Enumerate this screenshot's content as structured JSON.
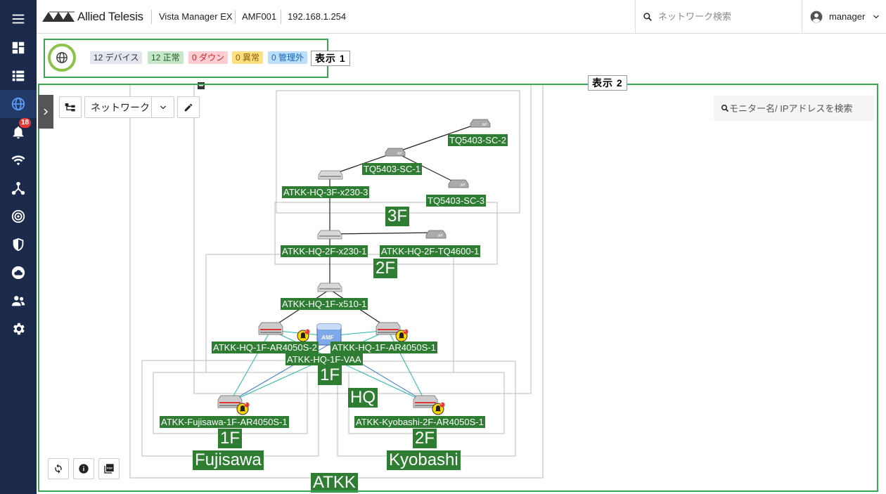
{
  "header": {
    "brand": "Allied Telesis",
    "product": "Vista Manager EX",
    "device": "AMF001",
    "ip": "192.168.1.254",
    "search_placeholder": "ネットワーク検索",
    "user": "manager"
  },
  "sidebar": {
    "items": [
      {
        "icon": "menu-icon"
      },
      {
        "icon": "dashboard-icon"
      },
      {
        "icon": "list-icon"
      },
      {
        "icon": "globe-icon",
        "active": true
      },
      {
        "icon": "alarm-icon",
        "badge": "18"
      },
      {
        "icon": "wifi-icon"
      },
      {
        "icon": "topology-icon"
      },
      {
        "icon": "radar-icon"
      },
      {
        "icon": "shield-icon"
      },
      {
        "icon": "cloud-icon"
      },
      {
        "icon": "users-icon"
      },
      {
        "icon": "settings-icon"
      }
    ]
  },
  "status": {
    "devices": "12 デバイス",
    "normal": "12 正常",
    "down": "0 ダウン",
    "abnormal": "0 異常",
    "unmanaged": "0 管理外",
    "colors": {
      "normal": "#c8e6c9",
      "down": "#ffcdd2",
      "abnormal": "#ffe082",
      "unmanaged": "#bbdefb",
      "devices": "#e3e6ee"
    }
  },
  "annotations": {
    "box1": "表示 1",
    "box2": "表示 2"
  },
  "toolbar": {
    "view_select": "ネットワーク",
    "monitor_search_placeholder": "モニター名/ IPアドレスを検索"
  },
  "map": {
    "nodes": {
      "sc2": "TQ5403-SC-2",
      "sc1": "TQ5403-SC-1",
      "x230_3": "ATKK-HQ-3F-x230-3",
      "sc3": "TQ5403-SC-3",
      "x230_1": "ATKK-HQ-2F-x230-1",
      "tq4600": "ATKK-HQ-2F-TQ4600-1",
      "x510": "ATKK-HQ-1F-x510-1",
      "ar2": "ATKK-HQ-1F-AR4050S-2",
      "ar1": "ATKK-HQ-1F-AR4050S-1",
      "vaa": "ATKK-HQ-1F-VAA",
      "fuji": "ATKK-Fujisawa-1F-AR4050S-1",
      "kyo": "ATKK-Kyobashi-2F-AR4050S-1"
    },
    "areas": {
      "f3": "3F",
      "f2": "2F",
      "f1": "1F",
      "hq": "HQ",
      "fuji_floor": "1F",
      "fuji": "Fujisawa",
      "kyo_floor": "2F",
      "kyo": "Kyobashi",
      "atkk": "ATKK"
    },
    "alarm_counts": {
      "ar2": "1",
      "ar1": "3",
      "fuji": "4",
      "kyo": "6"
    }
  }
}
